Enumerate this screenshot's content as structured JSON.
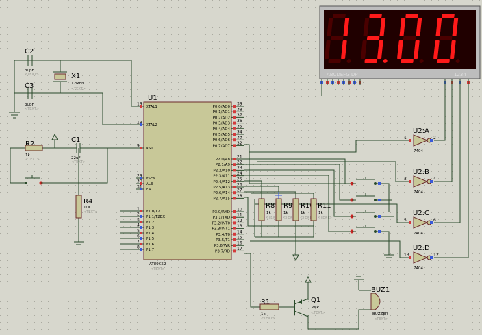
{
  "display": {
    "digits": [
      "1",
      "3",
      "0",
      "0"
    ],
    "dots": [
      false,
      true,
      false,
      false
    ],
    "segment_label": "ABCDEFG  DP",
    "digit_label": "1234",
    "on_color": "#ff1a1a",
    "off_color": "#4a0000",
    "bg_color": "#200000"
  },
  "mcu": {
    "ref": "U1",
    "part": "AT89C52",
    "text": "<TEXT>",
    "left_pins": [
      {
        "num": "19",
        "name": "XTAL1"
      },
      {
        "num": "18",
        "name": "XTAL2"
      },
      {
        "num": "9",
        "name": "RST"
      },
      {
        "num": "29",
        "name": "PSEN"
      },
      {
        "num": "30",
        "name": "ALE"
      },
      {
        "num": "31",
        "name": "EA"
      },
      {
        "num": "1",
        "name": "P1.0/T2"
      },
      {
        "num": "2",
        "name": "P1.1/T2EX"
      },
      {
        "num": "3",
        "name": "P1.2"
      },
      {
        "num": "4",
        "name": "P1.3"
      },
      {
        "num": "5",
        "name": "P1.4"
      },
      {
        "num": "6",
        "name": "P1.5"
      },
      {
        "num": "7",
        "name": "P1.6"
      },
      {
        "num": "8",
        "name": "P1.7"
      }
    ],
    "right_pins": [
      {
        "num": "39",
        "name": "P0.0/AD0"
      },
      {
        "num": "38",
        "name": "P0.1/AD1"
      },
      {
        "num": "37",
        "name": "P0.2/AD2"
      },
      {
        "num": "36",
        "name": "P0.3/AD3"
      },
      {
        "num": "35",
        "name": "P0.4/AD4"
      },
      {
        "num": "34",
        "name": "P0.5/AD5"
      },
      {
        "num": "33",
        "name": "P0.6/AD6"
      },
      {
        "num": "32",
        "name": "P0.7/AD7"
      },
      {
        "num": "21",
        "name": "P2.0/A8"
      },
      {
        "num": "22",
        "name": "P2.1/A9"
      },
      {
        "num": "23",
        "name": "P2.2/A10"
      },
      {
        "num": "24",
        "name": "P2.3/A11"
      },
      {
        "num": "25",
        "name": "P2.4/A12"
      },
      {
        "num": "26",
        "name": "P2.5/A13"
      },
      {
        "num": "27",
        "name": "P2.6/A14"
      },
      {
        "num": "28",
        "name": "P2.7/A15"
      },
      {
        "num": "10",
        "name": "P3.0/RXD"
      },
      {
        "num": "11",
        "name": "P3.1/TXD"
      },
      {
        "num": "12",
        "name": "P3.2/INT0"
      },
      {
        "num": "13",
        "name": "P3.3/INT1"
      },
      {
        "num": "14",
        "name": "P3.4/T0"
      },
      {
        "num": "15",
        "name": "P3.5/T1"
      },
      {
        "num": "16",
        "name": "P3.6/WR"
      },
      {
        "num": "17",
        "name": "P3.7/RD"
      }
    ]
  },
  "components": {
    "c2": {
      "ref": "C2",
      "value": "30pF"
    },
    "c3": {
      "ref": "C3",
      "value": "30pF"
    },
    "x1": {
      "ref": "X1",
      "value": "12MHz"
    },
    "c1": {
      "ref": "C1",
      "value": "22uF"
    },
    "r2": {
      "ref": "R2",
      "value": "1k"
    },
    "r4": {
      "ref": "R4",
      "value": "10K"
    },
    "r8": {
      "ref": "R8",
      "value": "1k"
    },
    "r9": {
      "ref": "R9",
      "value": "1k"
    },
    "r10": {
      "ref": "R10",
      "value": "1k"
    },
    "r11": {
      "ref": "R11",
      "value": "1k"
    },
    "r1": {
      "ref": "R1",
      "value": "1k"
    },
    "q1": {
      "ref": "Q1",
      "value": "PNP"
    },
    "buz": {
      "ref": "BUZ1",
      "value": "BUZZER"
    },
    "text": "<TEXT>"
  },
  "buffers": [
    {
      "ref": "U2:A",
      "in": "1",
      "out": "2",
      "part": "7404"
    },
    {
      "ref": "U2:B",
      "in": "3",
      "out": "4",
      "part": "7404"
    },
    {
      "ref": "U2:C",
      "in": "5",
      "out": "6",
      "part": "7404"
    },
    {
      "ref": "U2:D",
      "in": "13",
      "out": "12",
      "part": "7404"
    }
  ]
}
